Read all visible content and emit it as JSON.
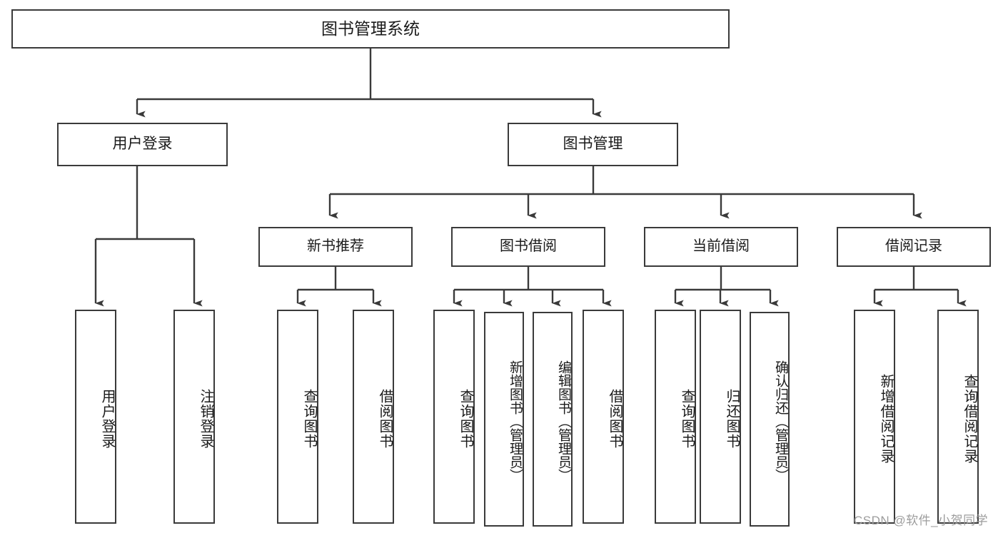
{
  "diagram": {
    "title": "图书管理系统",
    "type": "tree-hierarchy-chart",
    "root": {
      "label": "图书管理系统"
    },
    "level2": [
      {
        "label": "用户登录"
      },
      {
        "label": "图书管理"
      }
    ],
    "level3": [
      {
        "label": "新书推荐"
      },
      {
        "label": "图书借阅"
      },
      {
        "label": "当前借阅"
      },
      {
        "label": "借阅记录"
      }
    ],
    "leaves": {
      "user_login": [
        {
          "label": "用户登录"
        },
        {
          "label": "注销登录"
        }
      ],
      "new_book_recommend": [
        {
          "label": "查询图书"
        },
        {
          "label": "借阅图书"
        }
      ],
      "book_borrow": [
        {
          "label": "查询图书"
        },
        {
          "label": "新增图书（管理员）"
        },
        {
          "label": "编辑图书（管理员）"
        },
        {
          "label": "借阅图书"
        }
      ],
      "current_borrow": [
        {
          "label": "查询图书"
        },
        {
          "label": "归还图书"
        },
        {
          "label": "确认归还（管理员）"
        }
      ],
      "borrow_record": [
        {
          "label": "新增借阅记录"
        },
        {
          "label": "查询借阅记录"
        }
      ]
    }
  },
  "watermark": {
    "text": "CSDN @软件_小贺同学"
  },
  "colors": {
    "stroke": "#3a3a3a",
    "background": "#ffffff",
    "text": "#1a1a1a",
    "watermark": "#9d9d9d"
  }
}
